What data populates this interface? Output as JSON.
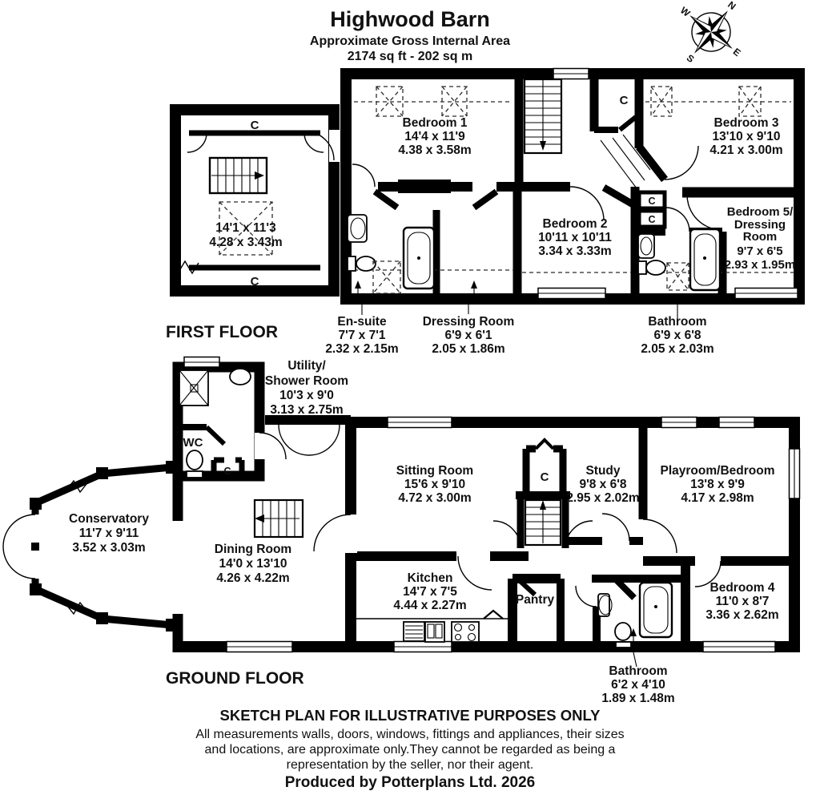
{
  "header": {
    "title": "Highwood Barn",
    "subtitle": "Approximate Gross Internal Area",
    "area": "2174 sq ft - 202 sq m"
  },
  "compass": {
    "n": "N",
    "e": "E",
    "s": "S",
    "w": "W"
  },
  "floor_labels": {
    "first": "FIRST FLOOR",
    "ground": "GROUND FLOOR"
  },
  "labels": {
    "cupboard": "C",
    "wc": "WC",
    "pantry": "Pantry"
  },
  "rooms": {
    "loft": {
      "imperial": "14'1 x 11'3",
      "metric": "4.28 x 3.43m"
    },
    "bedroom1": {
      "name": "Bedroom 1",
      "imperial": "14'4 x 11'9",
      "metric": "4.38 x 3.58m"
    },
    "bedroom2": {
      "name": "Bedroom 2",
      "imperial": "10'11 x 10'11",
      "metric": "3.34 x 3.33m"
    },
    "bedroom3": {
      "name": "Bedroom 3",
      "imperial": "13'10 x 9'10",
      "metric": "4.21 x 3.00m"
    },
    "bedroom5": {
      "name_line1": "Bedroom 5/",
      "name_line2": "Dressing",
      "name_line3": "Room",
      "imperial": "9'7 x 6'5",
      "metric": "2.93 x 1.95m"
    },
    "ensuite": {
      "name": "En-suite",
      "imperial": "7'7 x 7'1",
      "metric": "2.32 x 2.15m"
    },
    "dressing": {
      "name": "Dressing Room",
      "imperial": "6'9 x 6'1",
      "metric": "2.05 x 1.86m"
    },
    "bathroom_ff": {
      "name": "Bathroom",
      "imperial": "6'9 x 6'8",
      "metric": "2.05 x 2.03m"
    },
    "utility": {
      "name_line1": "Utility/",
      "name_line2": "Shower Room",
      "imperial": "10'3 x 9'0",
      "metric": "3.13 x 2.75m"
    },
    "conservatory": {
      "name": "Conservatory",
      "imperial": "11'7 x 9'11",
      "metric": "3.52 x 3.03m"
    },
    "dining": {
      "name": "Dining Room",
      "imperial": "14'0 x 13'10",
      "metric": "4.26 x 4.22m"
    },
    "sitting": {
      "name": "Sitting Room",
      "imperial": "15'6 x 9'10",
      "metric": "4.72 x 3.00m"
    },
    "study": {
      "name": "Study",
      "imperial": "9'8 x 6'8",
      "metric": "2.95 x 2.02m"
    },
    "playroom": {
      "name": "Playroom/Bedroom",
      "imperial": "13'8 x 9'9",
      "metric": "4.17 x 2.98m"
    },
    "kitchen": {
      "name": "Kitchen",
      "imperial": "14'7 x 7'5",
      "metric": "4.44 x 2.27m"
    },
    "bedroom4": {
      "name": "Bedroom 4",
      "imperial": "11'0 x 8'7",
      "metric": "3.36 x 2.62m"
    },
    "bathroom_gf": {
      "name": "Bathroom",
      "imperial": "6'2 x 4'10",
      "metric": "1.89 x 1.48m"
    }
  },
  "footer": {
    "disclaimer_title": "SKETCH PLAN FOR ILLUSTRATIVE PURPOSES ONLY",
    "disclaimer_line1": "All measurements walls, doors, windows, fittings and appliances, their sizes",
    "disclaimer_line2": "and locations, are approximate only.They cannot be regarded as being a",
    "disclaimer_line3": "representation by the seller, nor their agent.",
    "credit": "Produced by Potterplans Ltd. 2026"
  },
  "colors": {
    "ink": "#000000",
    "background": "#ffffff"
  }
}
